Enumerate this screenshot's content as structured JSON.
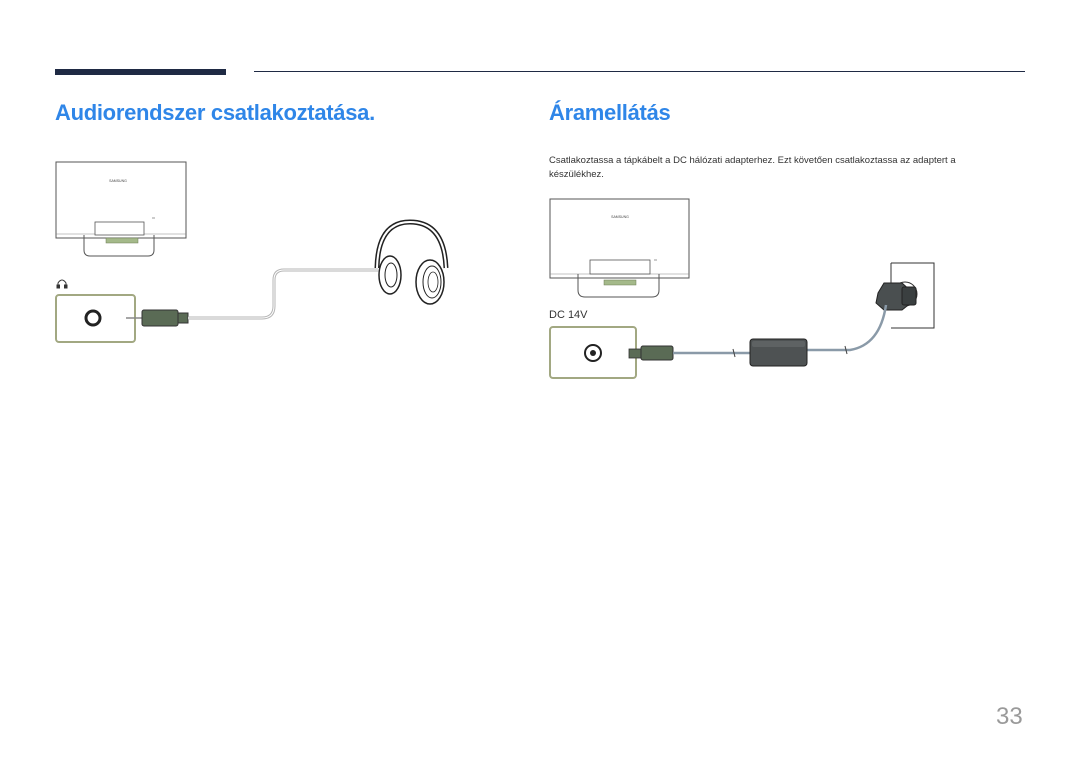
{
  "sections": {
    "audio": {
      "title": "Audiorendszer csatlakoztatása."
    },
    "power": {
      "title": "Áramellátás",
      "description": "Csatlakoztassa a tápkábelt a DC hálózati adapterhez. Ezt követően csatlakoztassa az adaptert a készülékhez.",
      "port_label": "DC 14V"
    }
  },
  "monitor_brand": "SAMSUNG",
  "page_number": "33",
  "colors": {
    "accent_title": "#2f86e8",
    "rule": "#1f2a44",
    "port_box_border": "#a2a882",
    "monitor_panel": "#a4b98a"
  },
  "icons": {
    "headphone_port": "headphone-icon"
  }
}
